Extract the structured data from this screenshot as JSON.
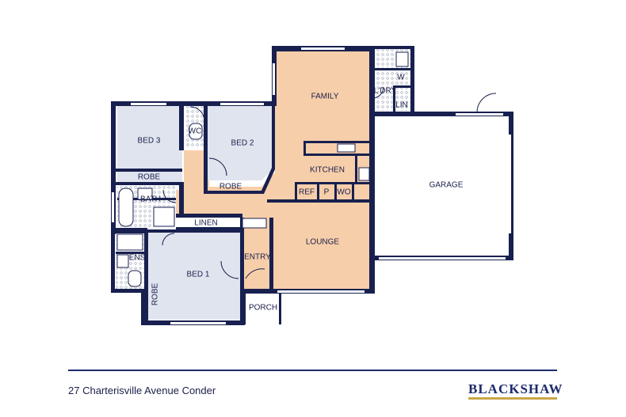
{
  "rooms": {
    "family": "FAMILY",
    "laundry": "L'DRY",
    "w": "W",
    "lin": "LIN",
    "bed3": "BED 3",
    "wc": "WC",
    "bed2": "BED 2",
    "kitchen": "KITCHEN",
    "garage": "GARAGE",
    "robe3": "ROBE",
    "robe2": "ROBE",
    "ref": "REF",
    "p": "P",
    "wo": "WO",
    "bath": "BATH",
    "linen": "LINEN",
    "lounge": "LOUNGE",
    "ens": "ENS",
    "entry": "ENTRY",
    "bed1": "BED 1",
    "robe1": "ROBE",
    "porch": "PORCH"
  },
  "footer": {
    "address": "27 Charterisville Avenue Conder",
    "brand": "BLACKSHAW"
  },
  "colors": {
    "living": "#f7ceaa",
    "bedroom": "#dfe4ef",
    "wet": "#ffffff",
    "wall": "#18204f",
    "accent": "#c9a646"
  }
}
